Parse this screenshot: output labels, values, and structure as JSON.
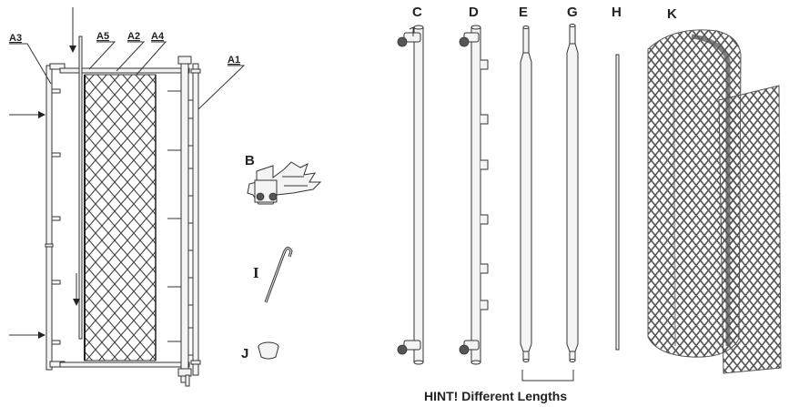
{
  "labels": {
    "a1": "A1",
    "a2": "A2",
    "a3": "A3",
    "a4": "A4",
    "a5": "A5",
    "b": "B",
    "c": "C",
    "d": "D",
    "e": "E",
    "g": "G",
    "h": "H",
    "k": "K",
    "i": "I",
    "j": "J"
  },
  "hint": "HINT! Different Lengths",
  "colors": {
    "line": "#333333",
    "mesh": "#444444",
    "mesh_dark": "#555555"
  }
}
